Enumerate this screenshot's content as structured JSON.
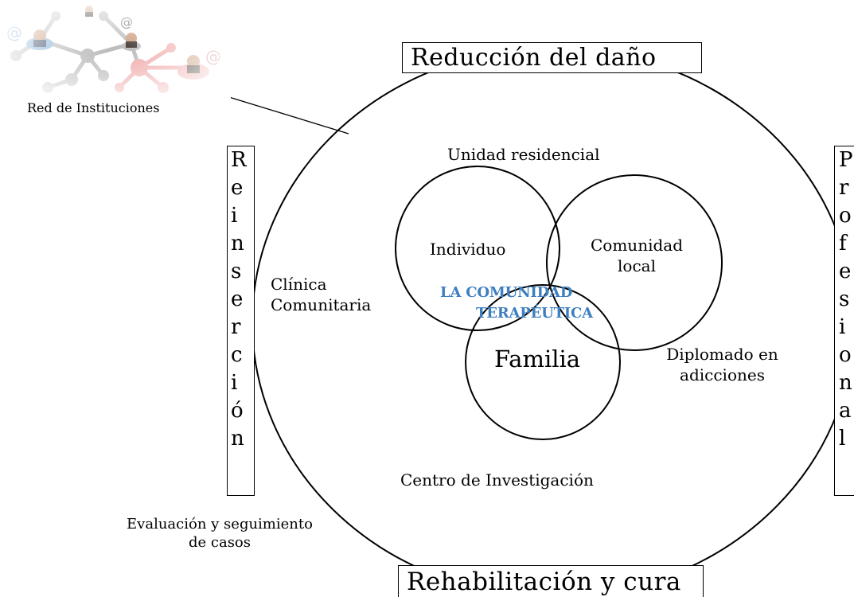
{
  "network": {
    "caption": "Red de Instituciones",
    "at_symbol": "@"
  },
  "boxes": {
    "top": "Reducción del daño",
    "bottom": "Rehabilitación y cura",
    "left_letters": [
      "R",
      "e",
      "i",
      "n",
      "s",
      "e",
      "r",
      "c",
      "i",
      "ó",
      "n"
    ],
    "right_letters": [
      "P",
      "r",
      "o",
      "f",
      "e",
      "s",
      "i",
      "o",
      "n",
      "a",
      "l"
    ]
  },
  "circle_labels": {
    "unidad": "Unidad residencial",
    "clinica_line1": "Clínica",
    "clinica_line2": "Comunitaria",
    "diplomado_line1": "Diplomado en",
    "diplomado_line2": "adicciones",
    "centro": "Centro de Investigación"
  },
  "inner_circles": {
    "individuo": "Individuo",
    "comunidad_line1": "Comunidad",
    "comunidad_line2": "local",
    "familia": "Familia"
  },
  "brand": {
    "line1": "LA COMUNIDAD",
    "line2": "TERAPÉUTICA"
  },
  "evaluacion": {
    "line1": "Evaluación y seguimiento",
    "line2": "de casos"
  },
  "colors": {
    "brand_blue": "#3d7fc0",
    "node_gray": "#b9b9b9",
    "node_pink": "#f0a8a8",
    "node_blue": "#7fb0d8"
  }
}
